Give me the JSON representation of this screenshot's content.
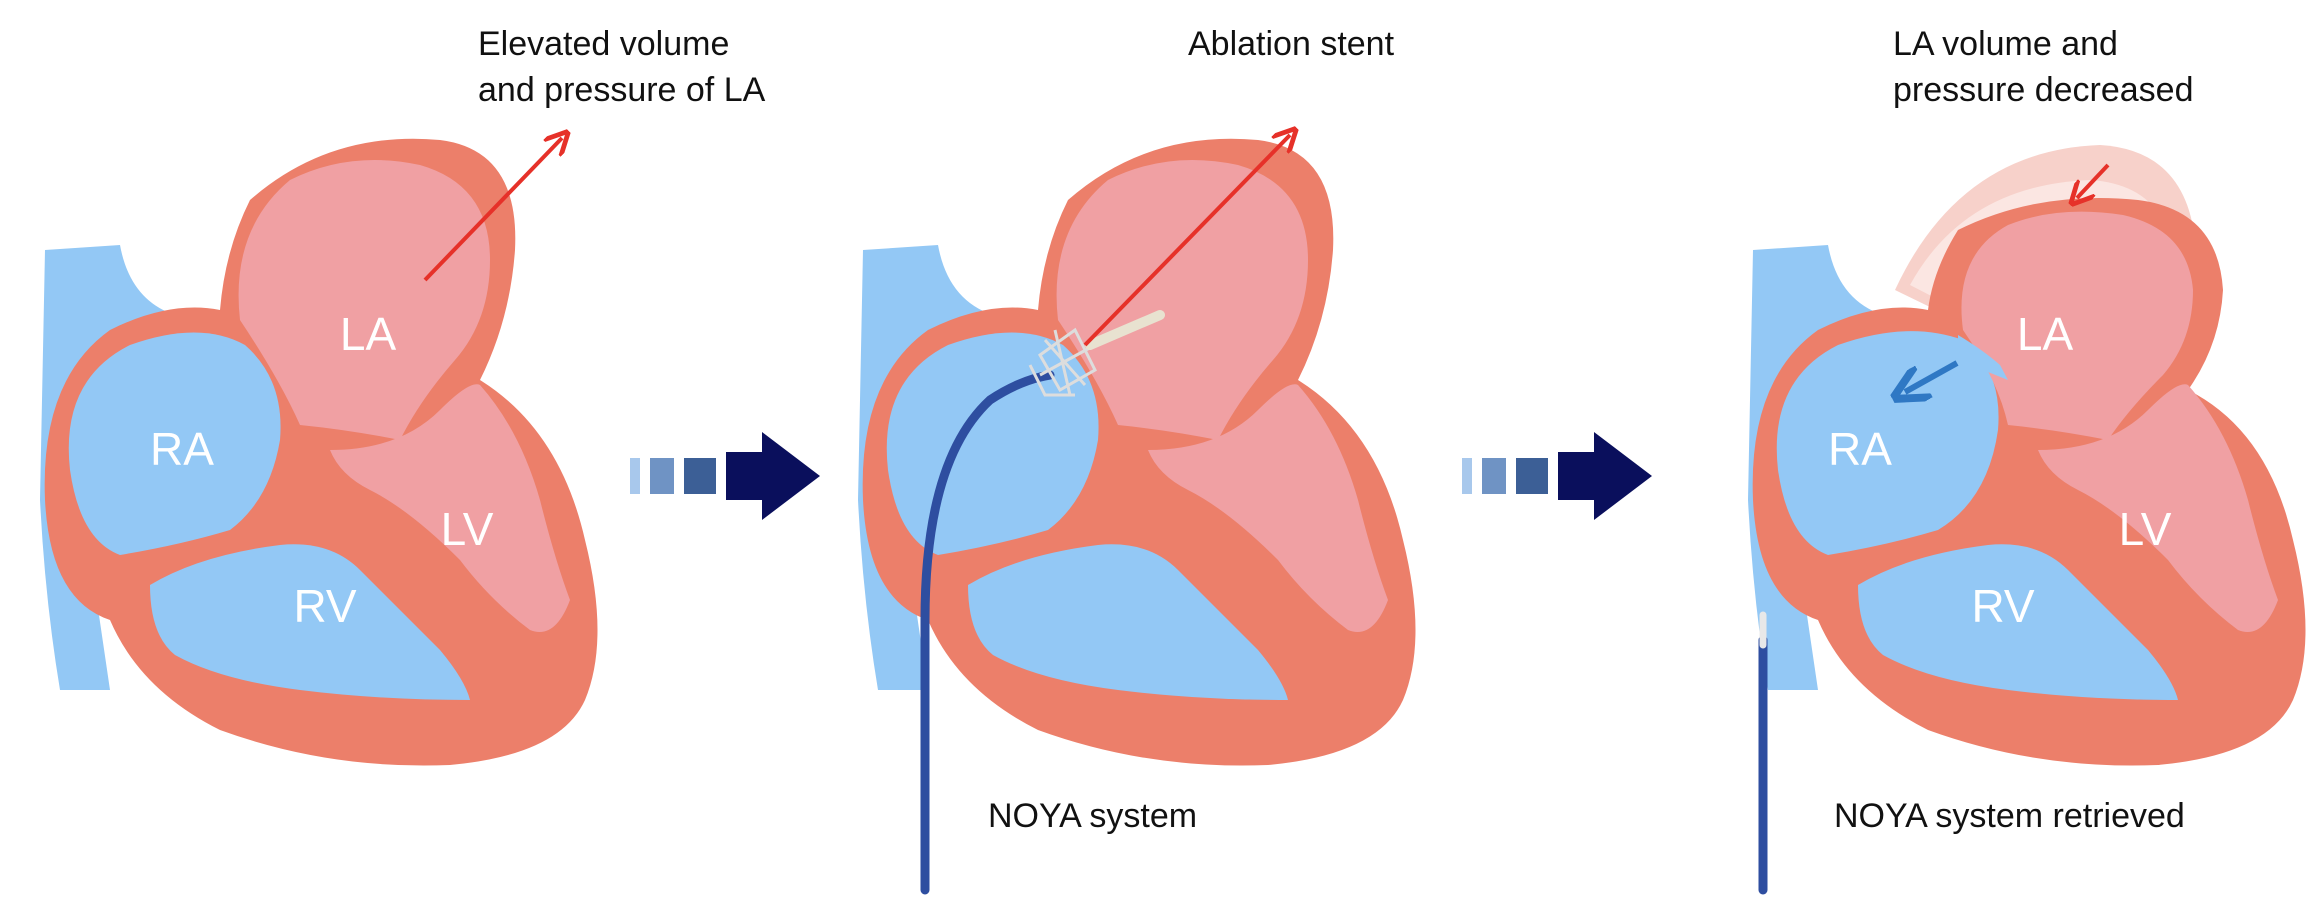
{
  "colors": {
    "right_heart": "#93c8f5",
    "heart_wall": "#ec7f6a",
    "left_heart": "#f0a0a3",
    "annotation_red": "#e63129",
    "annotation_blue": "#2f78c4",
    "catheter": "#2e4ea0",
    "progress_arrow": "#0a0f5c",
    "progress_block_light": "#a8c8ec",
    "progress_block_mid": "#6f93c4",
    "progress_block_dark": "#3c5f96",
    "bulge_outer": "#f7d1ca",
    "bulge_inner": "#fbe6e2"
  },
  "panels": [
    {
      "chambers": {
        "la": "LA",
        "ra": "RA",
        "lv": "LV",
        "rv": "RV"
      },
      "caption_line1": "Elevated volume",
      "caption_line2": "and pressure of LA"
    },
    {
      "chambers": {
        "la": "",
        "ra": "",
        "lv": "",
        "rv": ""
      },
      "caption_top": "Ablation stent",
      "caption_bottom": "NOYA system"
    },
    {
      "chambers": {
        "la": "LA",
        "ra": "RA",
        "lv": "LV",
        "rv": "RV"
      },
      "caption_line1": "LA volume and",
      "caption_line2": "pressure decreased",
      "caption_bottom": "NOYA system retrieved"
    }
  ],
  "icons": {
    "step_arrow": "progress-arrow-icon",
    "pointer": "pointer-arrow-icon"
  }
}
